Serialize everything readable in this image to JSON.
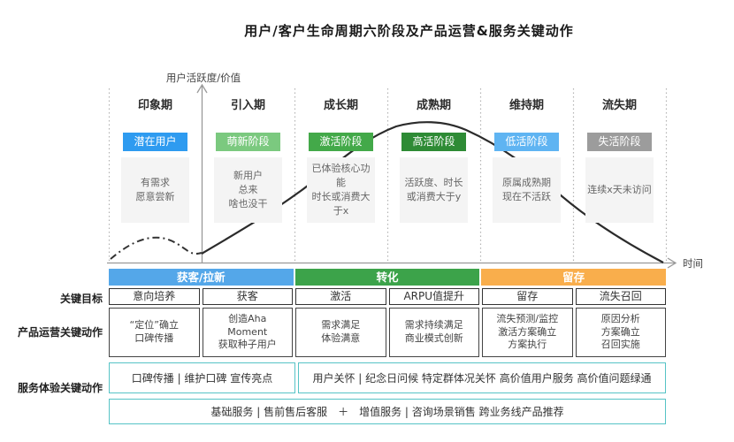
{
  "title": "用户/客户生命周期六阶段及产品运营&服务关键动作",
  "axes": {
    "y_label": "用户活跃度/价值",
    "x_label": "时间"
  },
  "stages": [
    {
      "name": "印象期",
      "badge": "潜在用户",
      "badge_color": "#2e9bf0",
      "desc": "有需求\n愿意尝新"
    },
    {
      "name": "引入期",
      "badge": "萌新阶段",
      "badge_color": "#7bc97f",
      "desc": "新用户\n总来\n啥也没干"
    },
    {
      "name": "成长期",
      "badge": "激活阶段",
      "badge_color": "#43a949",
      "desc": "已体验核心功能\n时长或消费大于x"
    },
    {
      "name": "成熟期",
      "badge": "高活阶段",
      "badge_color": "#2e8b35",
      "desc": "活跃度、时长\n或消费大于y"
    },
    {
      "name": "维持期",
      "badge": "低活阶段",
      "badge_color": "#5fb4f2",
      "desc": "原属成熟期\n现在不活跃"
    },
    {
      "name": "流失期",
      "badge": "失活阶段",
      "badge_color": "#9c9c9c",
      "desc": "连续x天未访问"
    }
  ],
  "groups": [
    {
      "label": "获客/拉新",
      "color": "#54a7e9"
    },
    {
      "label": "转化",
      "color": "#3ca34a"
    },
    {
      "label": "留存",
      "color": "#f9ae4c"
    }
  ],
  "goals": {
    "label": "关键目标",
    "cells": [
      "意向培养",
      "获客",
      "激活",
      "ARPU值提升",
      "留存",
      "流失召回"
    ]
  },
  "product_ops": {
    "label": "产品运营关键动作",
    "cells": [
      "“定位”确立\n口碑传播",
      "创造Aha\nMoment\n获取种子用户",
      "需求满足\n体验满意",
      "需求持续满足\n商业模式创新",
      "流失预测/监控\n激活方案确立\n方案执行",
      "原因分析\n方案确立\n召回实施"
    ]
  },
  "service": {
    "label": "服务体验关键动作",
    "cell_left": "口碑传播 | 维护口碑 宣传亮点",
    "cell_right": "用户关怀 | 纪念日问候 特定群体况关怀 高价值用户服务 高价值问题绿通",
    "cell_bottom": "基础服务 | 售前售后客服　＋　增值服务 | 咨询场景销售 跨业务线产品推荐"
  },
  "colors": {
    "bar_blue": "#54a7e9",
    "bar_green": "#3ca34a",
    "bar_orange": "#f9ae4c",
    "border_teal": "#56c3c6",
    "stage_box_bg": "#f4f4f4",
    "curve": "#2b2b2b",
    "axis": "#999999"
  }
}
